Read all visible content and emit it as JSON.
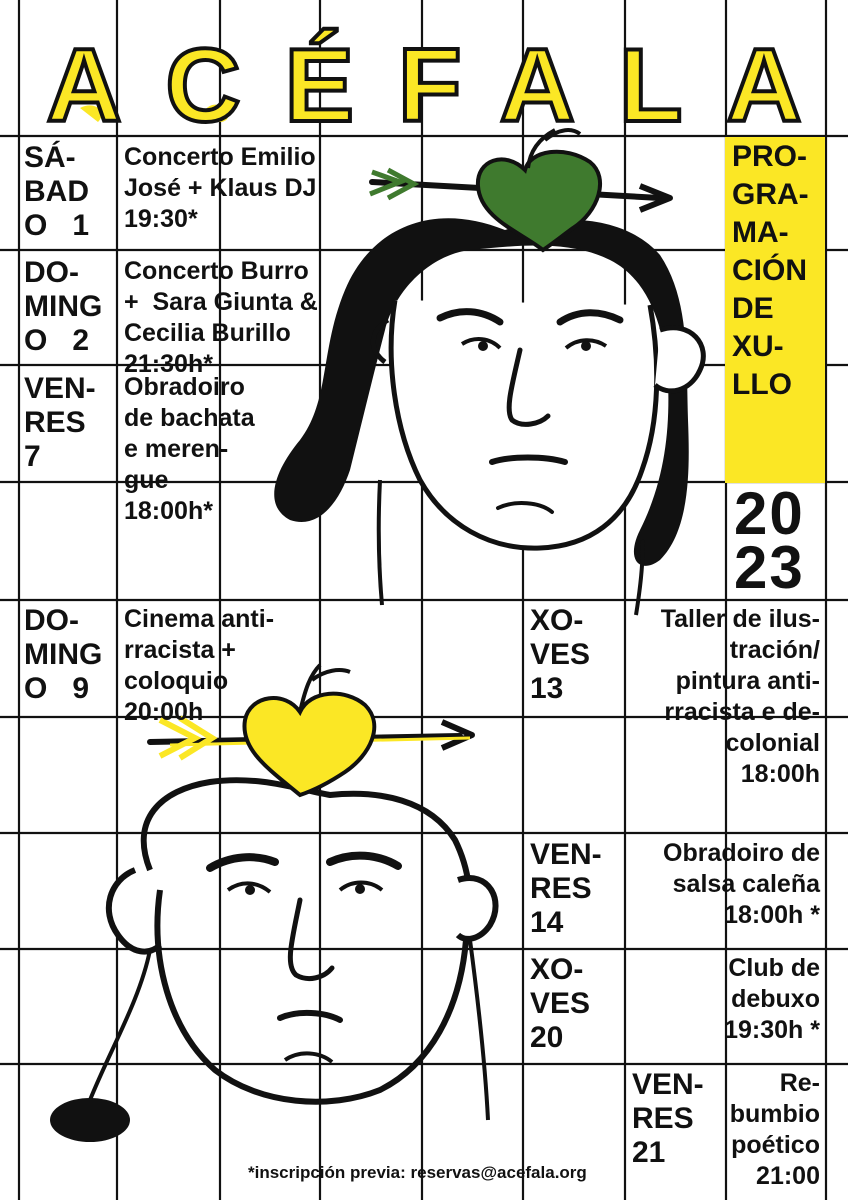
{
  "title": "ACÉFALA",
  "side_label": "PRO-\nGRA-\nMA-\nCIÓN\nDE\nXU-\nLLO",
  "year": "20\n23",
  "events": [
    {
      "day": "SÁ-\nBAD\nO   1",
      "desc": "Concerto Emilio\nJosé + Klaus DJ\n19:30*"
    },
    {
      "day": "DO-\nMING\nO   2",
      "desc": "Concerto Burro\n+  Sara Giunta &\nCecilia Burillo\n21:30h*"
    },
    {
      "day": "VEN-\nRES\n7",
      "desc": "Obradoiro\nde bachata\ne meren-\ngue\n18:00h*"
    },
    {
      "day": "DO-\nMING\nO   9",
      "desc": "Cinema anti-\nrracista +\ncoloquio\n20:00h"
    },
    {
      "day": "XO-\nVES\n13",
      "desc": "Taller de ilus-\ntración/\npintura anti-\nrracista e de-\ncolonial\n18:00h"
    },
    {
      "day": "VEN-\nRES\n14",
      "desc": "Obradoiro de\nsalsa caleña\n18:00h *"
    },
    {
      "day": "XO-\nVES\n20",
      "desc": "Club de\ndebuxo\n19:30h *"
    },
    {
      "day": "VEN-\nRES\n21",
      "desc": "Re-\nbumbio\npoético\n21:00"
    }
  ],
  "footer": "*inscripción previa: reservas@acefala.org",
  "colors": {
    "accent": "#fbe725",
    "ink": "#111111",
    "leaf": "#3f7a2e",
    "paper": "#ffffff"
  }
}
